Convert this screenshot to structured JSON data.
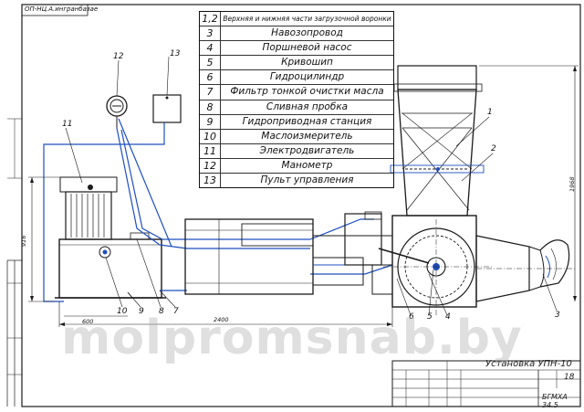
{
  "title_block_top": "ОП-НЦ.А.ингранбазае",
  "parts": [
    {
      "num": "1,2",
      "name": "Верхняя и нижняя части загрузочной воронки"
    },
    {
      "num": "3",
      "name": "Навозопровод"
    },
    {
      "num": "4",
      "name": "Поршневой насос"
    },
    {
      "num": "5",
      "name": "Кривошип"
    },
    {
      "num": "6",
      "name": "Гидроцилиндр"
    },
    {
      "num": "7",
      "name": "Фильтр тонкой очистки масла"
    },
    {
      "num": "8",
      "name": "Сливная пробка"
    },
    {
      "num": "9",
      "name": "Гидроприводная станция"
    },
    {
      "num": "10",
      "name": "Маслоизмеритель"
    },
    {
      "num": "11",
      "name": "Электродвигатель"
    },
    {
      "num": "12",
      "name": "Манометр"
    },
    {
      "num": "13",
      "name": "Пульт управления"
    }
  ],
  "callouts": {
    "c1": "1",
    "c2": "2",
    "c3": "3",
    "c4": "4",
    "c5": "5",
    "c6": "6",
    "c7": "7",
    "c8": "8",
    "c9": "9",
    "c10": "10",
    "c11": "11",
    "c12": "12",
    "c13": "13"
  },
  "dimensions": {
    "height_left": "916",
    "width_bottom": "2400",
    "base": "600",
    "height_right": "1968"
  },
  "stamp": {
    "title": "Установка УПН-10",
    "sheet": "18",
    "org": "БГМХА 34.5"
  },
  "watermark": "molpromsnab.by",
  "colors": {
    "line": "#1a1a1a",
    "hydraulic": "#1f4fbf",
    "watermark": "#aaaaaa"
  }
}
